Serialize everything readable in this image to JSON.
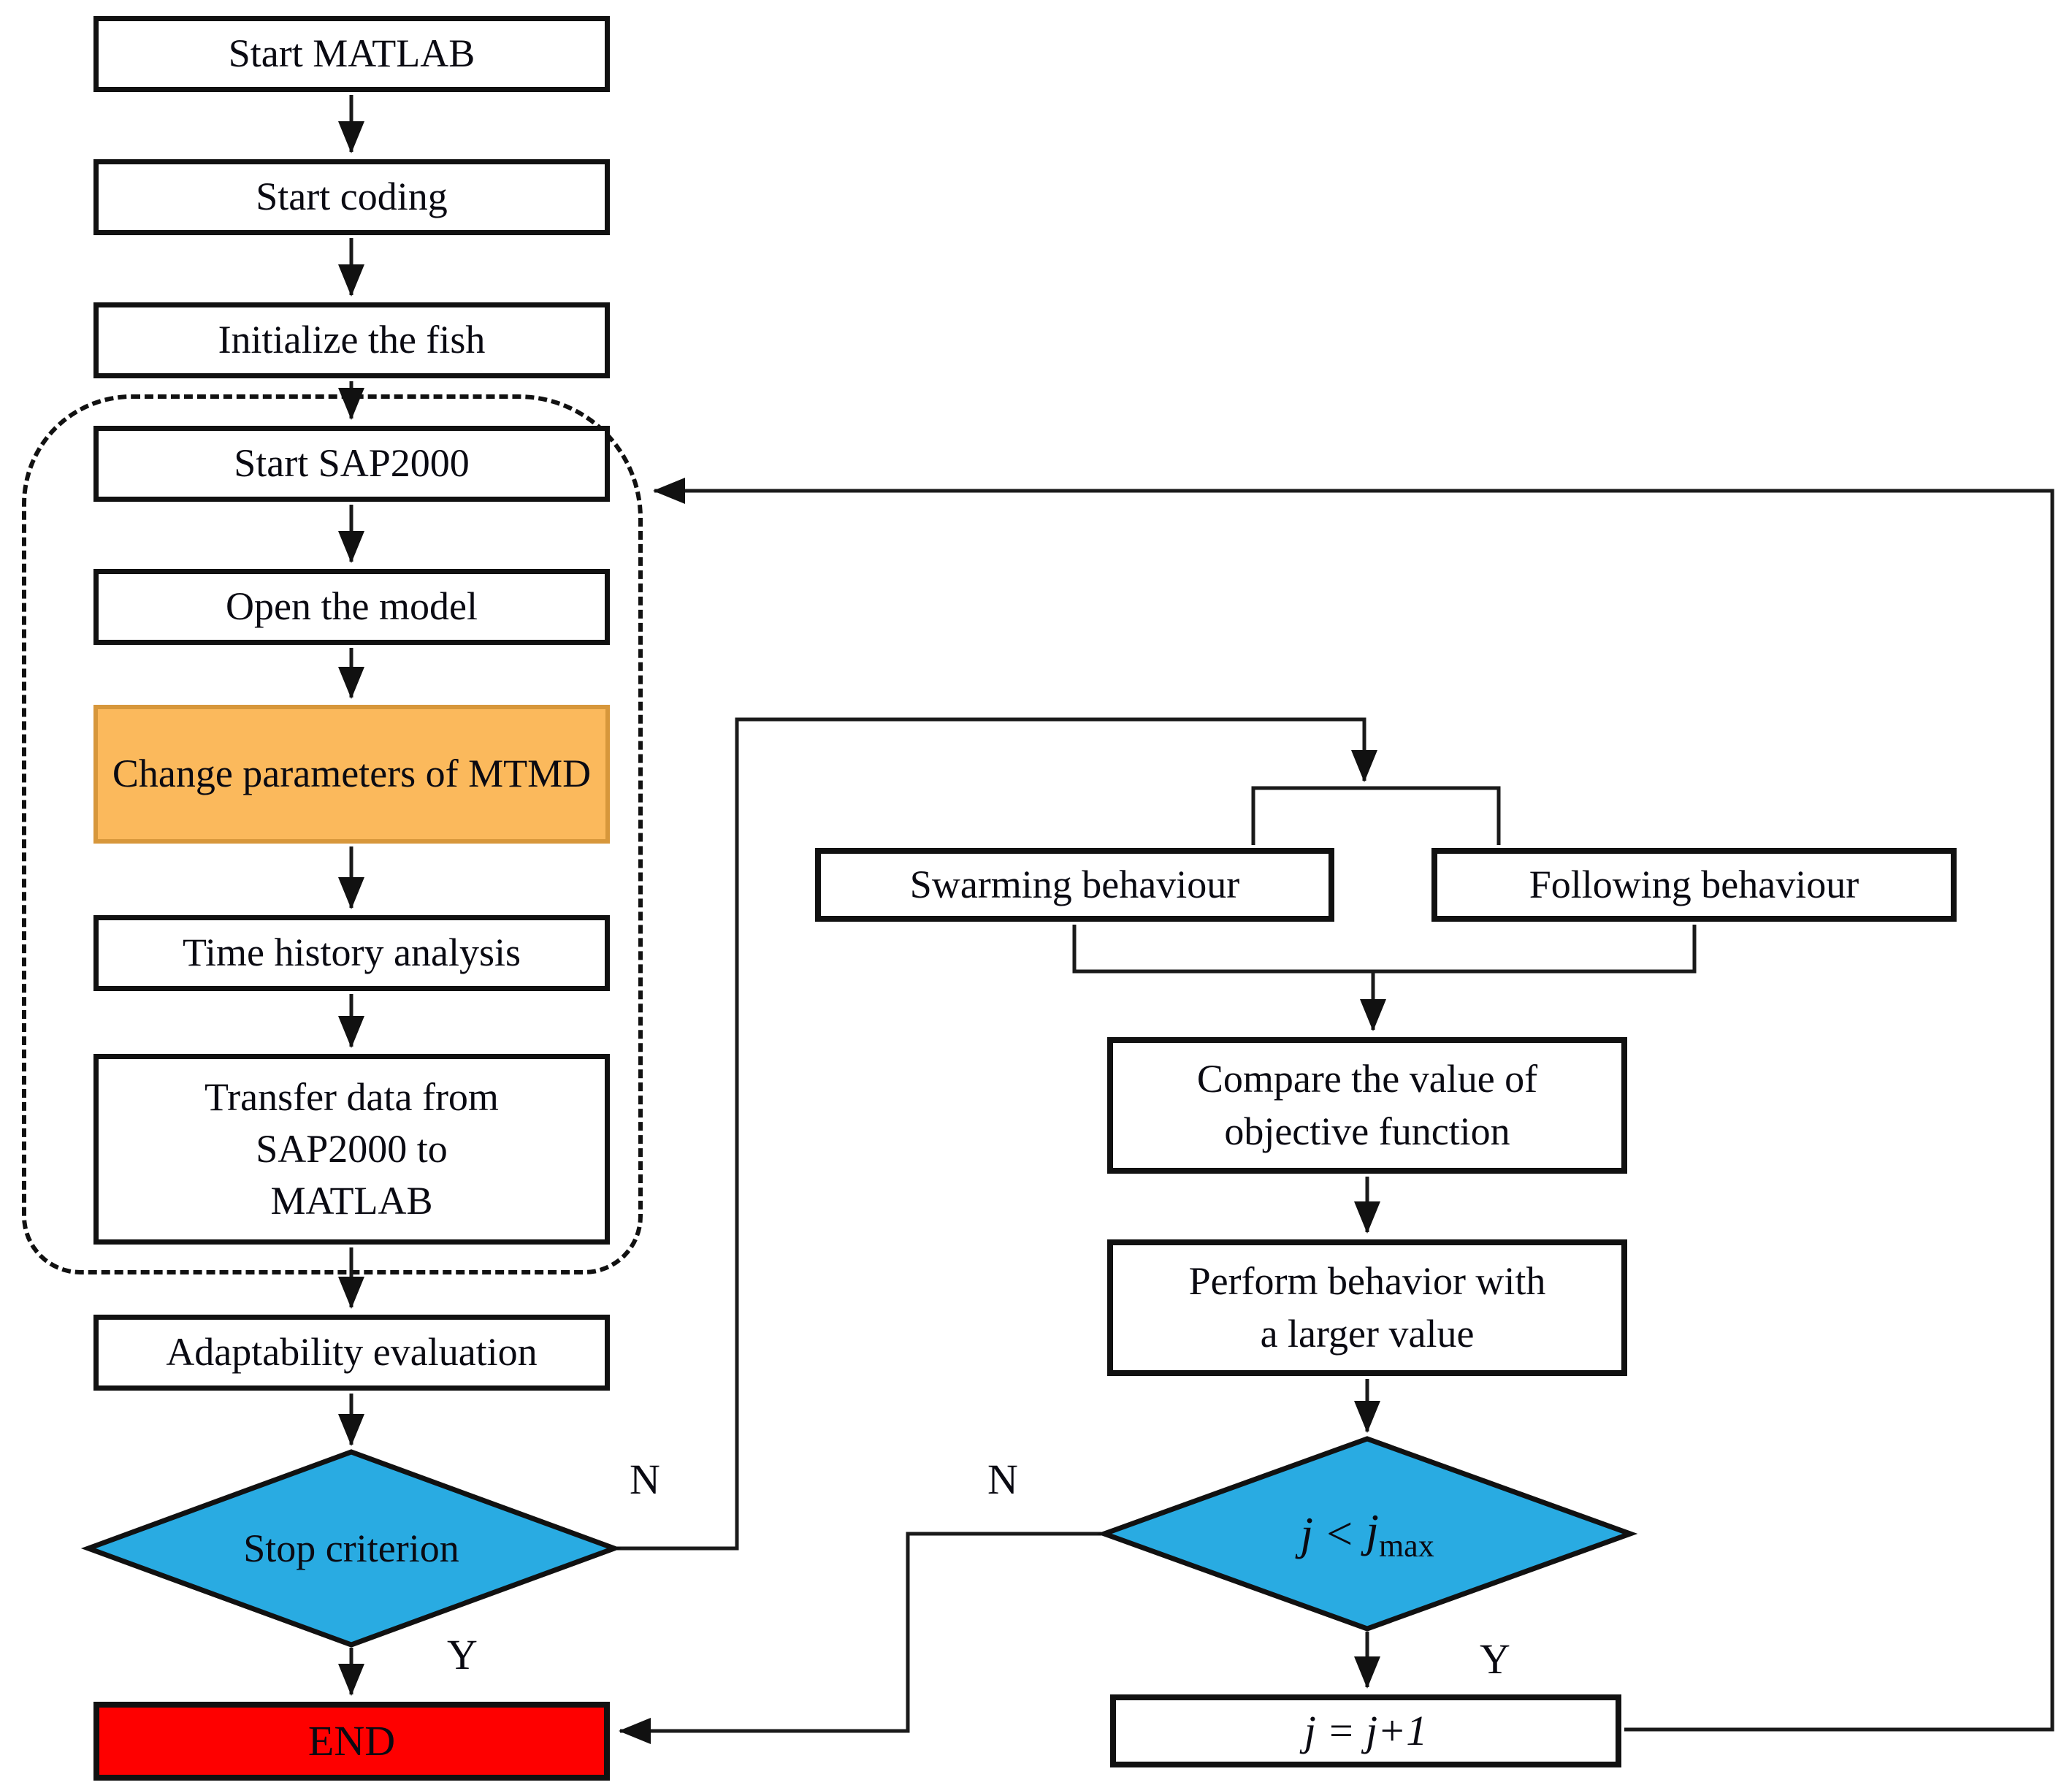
{
  "diagram": {
    "nodes": {
      "start_matlab": {
        "label": "Start MATLAB"
      },
      "start_coding": {
        "label": "Start coding"
      },
      "initialize_fish": {
        "label": "Initialize the fish"
      },
      "start_sap2000": {
        "label": "Start SAP2000"
      },
      "open_model": {
        "label": "Open the model"
      },
      "change_parameters": {
        "label": "Change parameters of MTMD"
      },
      "time_history": {
        "label": "Time history analysis"
      },
      "transfer_data": {
        "label": "Transfer data from SAP2000 to MATLAB"
      },
      "adaptability": {
        "label": "Adaptability evaluation"
      },
      "stop_criterion": {
        "label": "Stop criterion"
      },
      "end": {
        "label": "END"
      },
      "swarming": {
        "label": "Swarming behaviour"
      },
      "following": {
        "label": "Following behaviour"
      },
      "compare": {
        "label": "Compare the value of objective function"
      },
      "perform": {
        "label": "Perform behavior with a larger value"
      },
      "j_condition": {
        "lhs": "j",
        "op": "<",
        "rhs_base": "j",
        "rhs_sub": "max"
      },
      "j_increment": {
        "label": "j = j+1"
      }
    },
    "edge_labels": {
      "stop_no": "N",
      "stop_yes": "Y",
      "jmax_no": "N",
      "jmax_yes": "Y"
    },
    "colors": {
      "orange_fill": "#FBB95C",
      "orange_border": "#D7973B",
      "decision_blue": "#29ABE2",
      "end_red": "#FE0000",
      "line_color": "#1a1a1a"
    }
  }
}
